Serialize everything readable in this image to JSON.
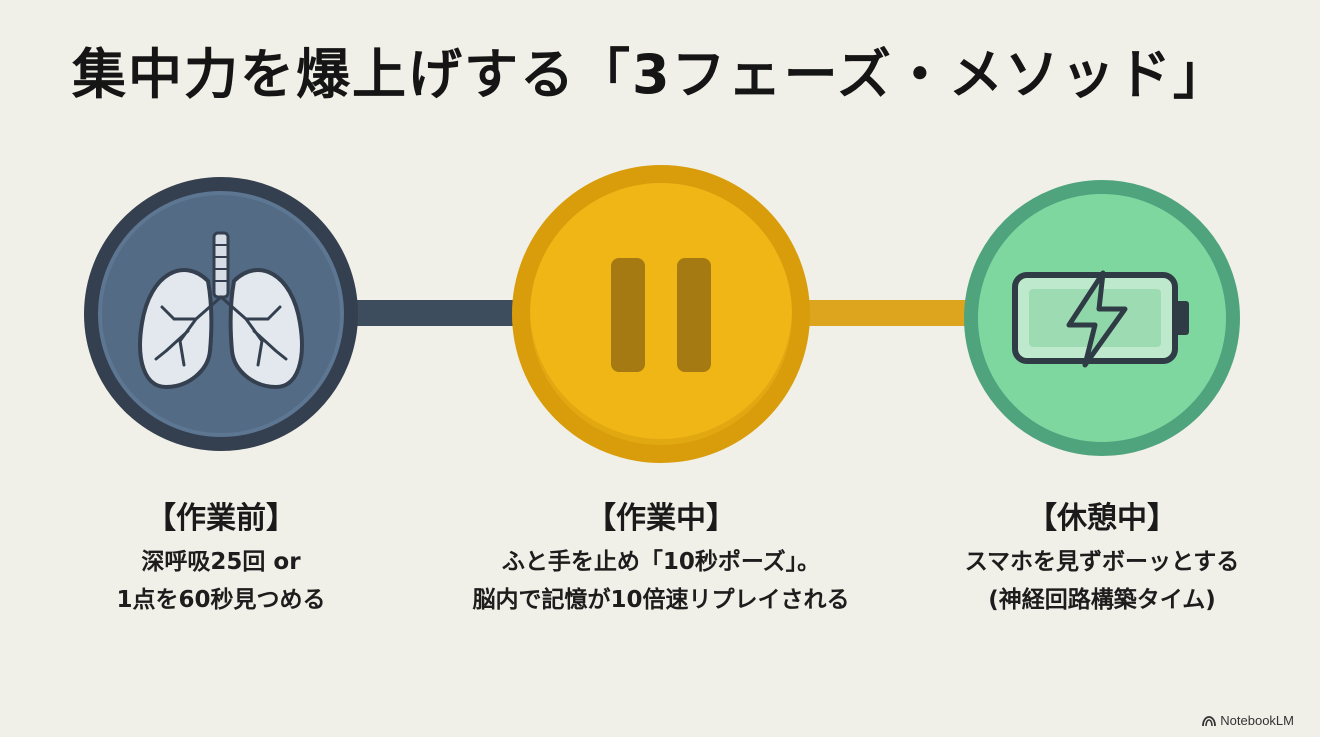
{
  "title": "集中力を爆上げする「3フェーズ・メソッド」",
  "phases": [
    {
      "heading": "【作業前】",
      "line1": "深呼吸25回 or",
      "line2": "1点を60秒見つめる",
      "icon": "lungs-icon",
      "color": "#536b85"
    },
    {
      "heading": "【作業中】",
      "line1": "ふと手を止め「10秒ポーズ」。",
      "line2": "脳内で記憶が10倍速リプレイされる",
      "icon": "pause-icon",
      "color": "#f0b616"
    },
    {
      "heading": "【休憩中】",
      "line1": "スマホを見ずボーッとする",
      "line2": "(神経回路構築タイム)",
      "icon": "battery-charging-icon",
      "color": "#7fd7a0"
    }
  ],
  "watermark": "NotebookLM"
}
